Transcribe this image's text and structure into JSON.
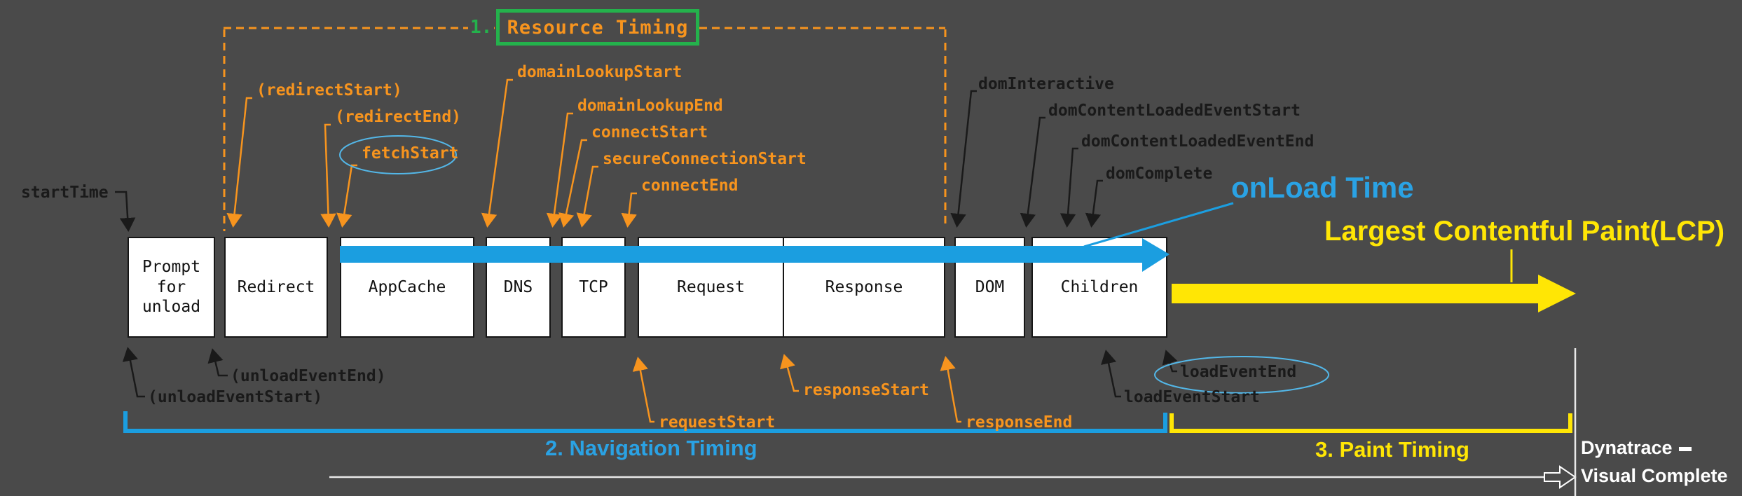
{
  "resource_timing": {
    "number": "1.",
    "label": "Resource Timing"
  },
  "phases": [
    {
      "label": "Prompt for unload"
    },
    {
      "label": "Redirect"
    },
    {
      "label": "AppCache"
    },
    {
      "label": "DNS"
    },
    {
      "label": "TCP"
    },
    {
      "label": "Request"
    },
    {
      "label": "Response"
    },
    {
      "label": "DOM"
    },
    {
      "label": "Children"
    }
  ],
  "events": {
    "start_time": "startTime",
    "redirect_start": "(redirectStart)",
    "redirect_end": "(redirectEnd)",
    "fetch_start": "fetchStart",
    "domain_lookup_start": "domainLookupStart",
    "domain_lookup_end": "domainLookupEnd",
    "connect_start": "connectStart",
    "secure_connection_start": "secureConnectionStart",
    "connect_end": "connectEnd",
    "dom_interactive": "domInteractive",
    "dom_content_loaded_event_start": "domContentLoadedEventStart",
    "dom_content_loaded_event_end": "domContentLoadedEventEnd",
    "dom_complete": "domComplete",
    "unload_event_start": "(unloadEventStart)",
    "unload_event_end": "(unloadEventEnd)",
    "request_start": "requestStart",
    "response_start": "responseStart",
    "response_end": "responseEnd",
    "load_event_start": "loadEventStart",
    "load_event_end": "loadEventEnd"
  },
  "arrows": {
    "onload_label": "onLoad Time",
    "lcp_label": "Largest Contentful Paint(LCP)"
  },
  "sections": {
    "navigation_timing": "2. Navigation Timing",
    "paint_timing": "3. Paint Timing"
  },
  "legend": {
    "brand": "Dynatrace",
    "visual_complete": "Visual Complete"
  },
  "colors": {
    "background": "#4a4a4a",
    "orange": "#f7941e",
    "blue": "#1b9ee0",
    "yellow": "#ffe605",
    "green": "#24b24c",
    "white": "#ffffff",
    "black": "#1a1a1a"
  }
}
